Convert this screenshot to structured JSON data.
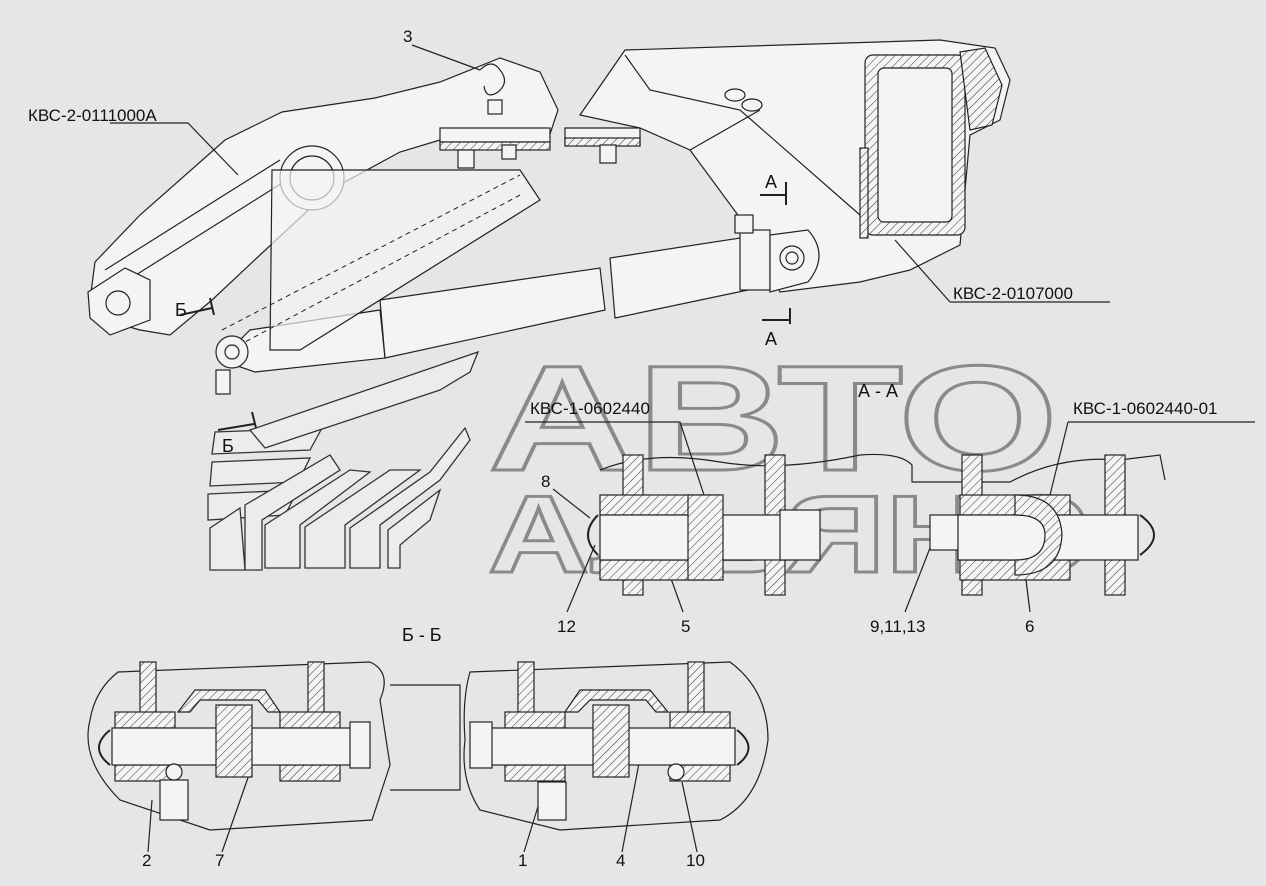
{
  "watermark": {
    "line1": "АВТО",
    "line2": "АЛЬЯНС"
  },
  "parts": {
    "assembly_left": "КВС-2-0111000А",
    "assembly_right": "КВС-2-0107000",
    "pin_left": "КВС-1-0602440",
    "pin_right": "КВС-1-0602440-01"
  },
  "sections": {
    "aa_title": "А - А",
    "bb_title": "Б - Б",
    "mark_a": "А",
    "mark_b": "Б"
  },
  "callouts": {
    "c3": "3",
    "c8": "8",
    "c12": "12",
    "c5": "5",
    "c9_11_13": "9,11,13",
    "c6": "6",
    "c2": "2",
    "c7": "7",
    "c1": "1",
    "c4": "4",
    "c10": "10"
  }
}
